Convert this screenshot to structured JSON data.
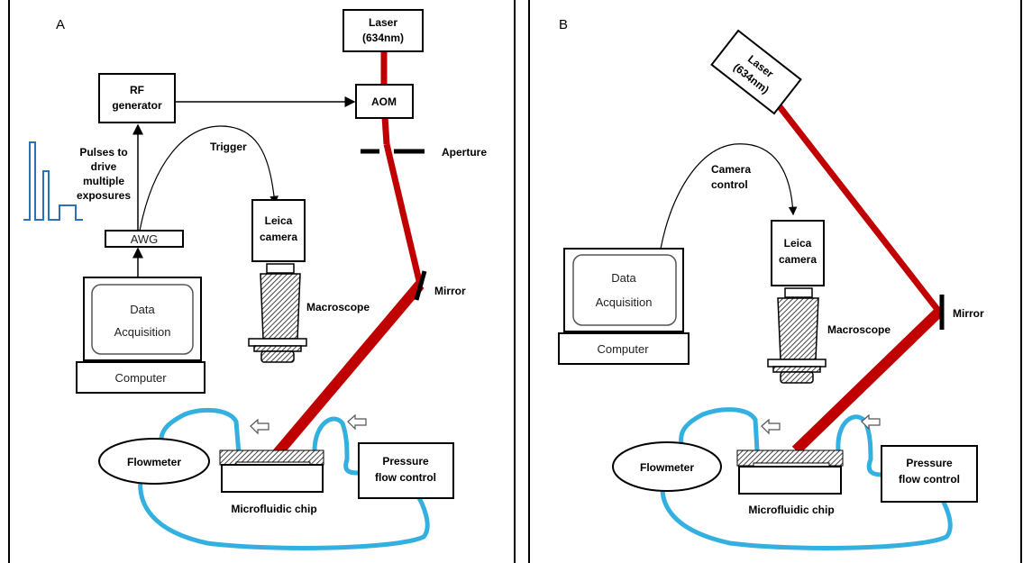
{
  "panels": [
    {
      "letter": "A",
      "laser": [
        "Laser",
        "(634nm)"
      ],
      "rf_generator": [
        "RF",
        "generator"
      ],
      "aom": "AOM",
      "aperture": "Aperture",
      "pulses_note": [
        "Pulses to",
        "drive",
        "multiple",
        "exposures"
      ],
      "trigger": "Trigger",
      "awg": "AWG",
      "data_acquisition": [
        "Data",
        "Acquisition"
      ],
      "computer": "Computer",
      "leica_camera": [
        "Leica",
        "camera"
      ],
      "macroscope": "Macroscope",
      "mirror": "Mirror",
      "flowmeter": "Flowmeter",
      "pressure_flow_control": [
        "Pressure",
        "flow control"
      ],
      "microfluidic_chip": "Microfluidic chip"
    },
    {
      "letter": "B",
      "laser": [
        "Laser",
        "(634nm)"
      ],
      "camera_control": [
        "Camera",
        "control"
      ],
      "data_acquisition": [
        "Data",
        "Acquisition"
      ],
      "computer": "Computer",
      "leica_camera": [
        "Leica",
        "camera"
      ],
      "macroscope": "Macroscope",
      "mirror": "Mirror",
      "flowmeter": "Flowmeter",
      "pressure_flow_control": [
        "Pressure",
        "flow control"
      ],
      "microfluidic_chip": "Microfluidic chip"
    }
  ],
  "colors": {
    "laser_beam": "#c00000",
    "tubing": "#33b0e0",
    "pulse_waveform": "#2f6fb5"
  }
}
